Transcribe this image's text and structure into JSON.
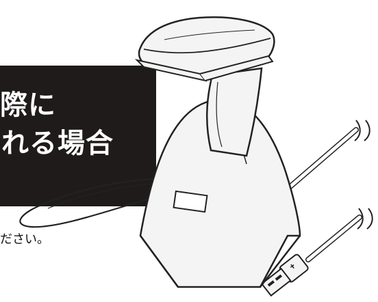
{
  "banner": {
    "line1": "際に",
    "line2": "れる場合"
  },
  "body": {
    "text": "ださい。"
  },
  "colors": {
    "banner_bg": "#1f1b1b",
    "banner_text": "#ffffff",
    "outline": "#222222",
    "fill_light": "#f4f4f4"
  }
}
